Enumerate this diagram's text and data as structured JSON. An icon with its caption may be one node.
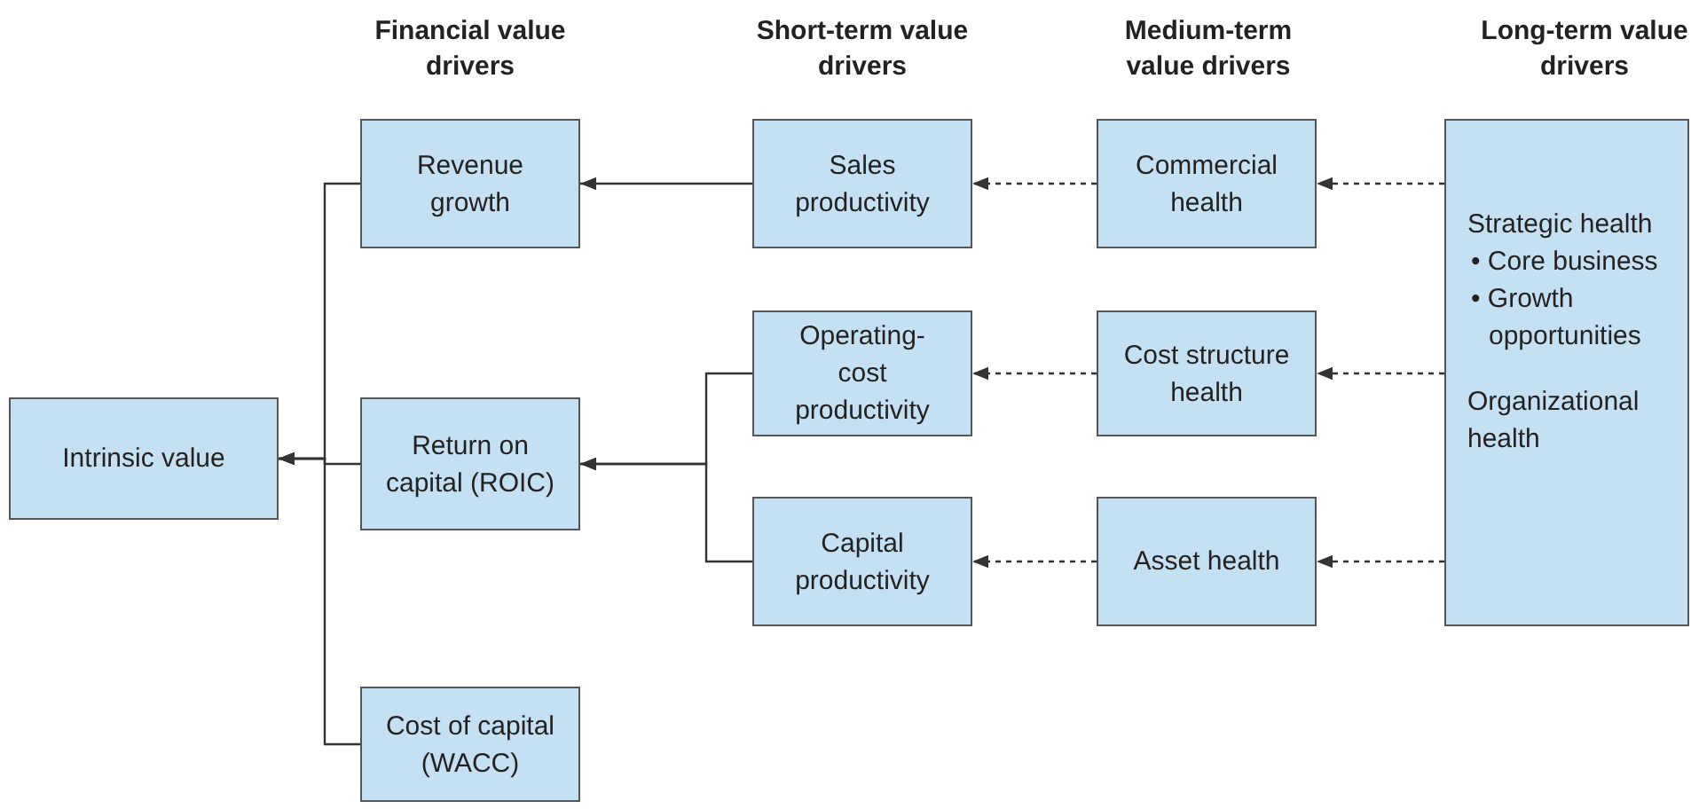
{
  "diagram": {
    "nodes": [
      {
        "text": [
          "Intrinsic value"
        ]
      },
      {
        "text": [
          "Revenue growth"
        ]
      },
      {
        "text": [
          "Return on capital (ROIC)"
        ]
      },
      {
        "text": [
          "Cost of capital (WACC)"
        ]
      },
      {
        "text": [
          "Sales productivity"
        ]
      },
      {
        "text": [
          "Operating-cost productivity"
        ]
      },
      {
        "text": [
          "Capital productivity"
        ]
      },
      {
        "text": [
          "Commercial health"
        ]
      },
      {
        "text": [
          "Cost structure health"
        ]
      },
      {
        "text": [
          "Asset health"
        ]
      },
      {
        "text": [
          "Strategic health",
          "• Core business",
          "• Growth opportunities",
          "Organizational health"
        ]
      }
    ],
    "edges": [
      {
        "from": 1,
        "to": 0,
        "arrow": "to"
      },
      {
        "from": 2,
        "to": 0,
        "arrow": "to"
      },
      {
        "from": 3,
        "to": 0,
        "arrow": "to"
      },
      {
        "from": 4,
        "to": 1,
        "arrow": "to"
      },
      {
        "from": 5,
        "to": 2,
        "arrow": "to"
      },
      {
        "from": 6,
        "to": 2,
        "arrow": "to"
      },
      {
        "from": 7,
        "to": 4,
        "arrow": "to",
        "style": "dashed"
      },
      {
        "from": 8,
        "to": 5,
        "arrow": "to",
        "style": "dashed"
      },
      {
        "from": 9,
        "to": 6,
        "arrow": "to",
        "style": "dashed"
      },
      {
        "from": 10,
        "to": 7,
        "arrow": "to",
        "style": "dashed"
      },
      {
        "from": 10,
        "to": 8,
        "arrow": "to",
        "style": "dashed"
      },
      {
        "from": 10,
        "to": 9,
        "arrow": "to",
        "style": "dashed"
      }
    ],
    "labels": [
      "Financial value drivers",
      "Short-term value drivers",
      "Medium-term value drivers",
      "Long-term value drivers"
    ]
  }
}
